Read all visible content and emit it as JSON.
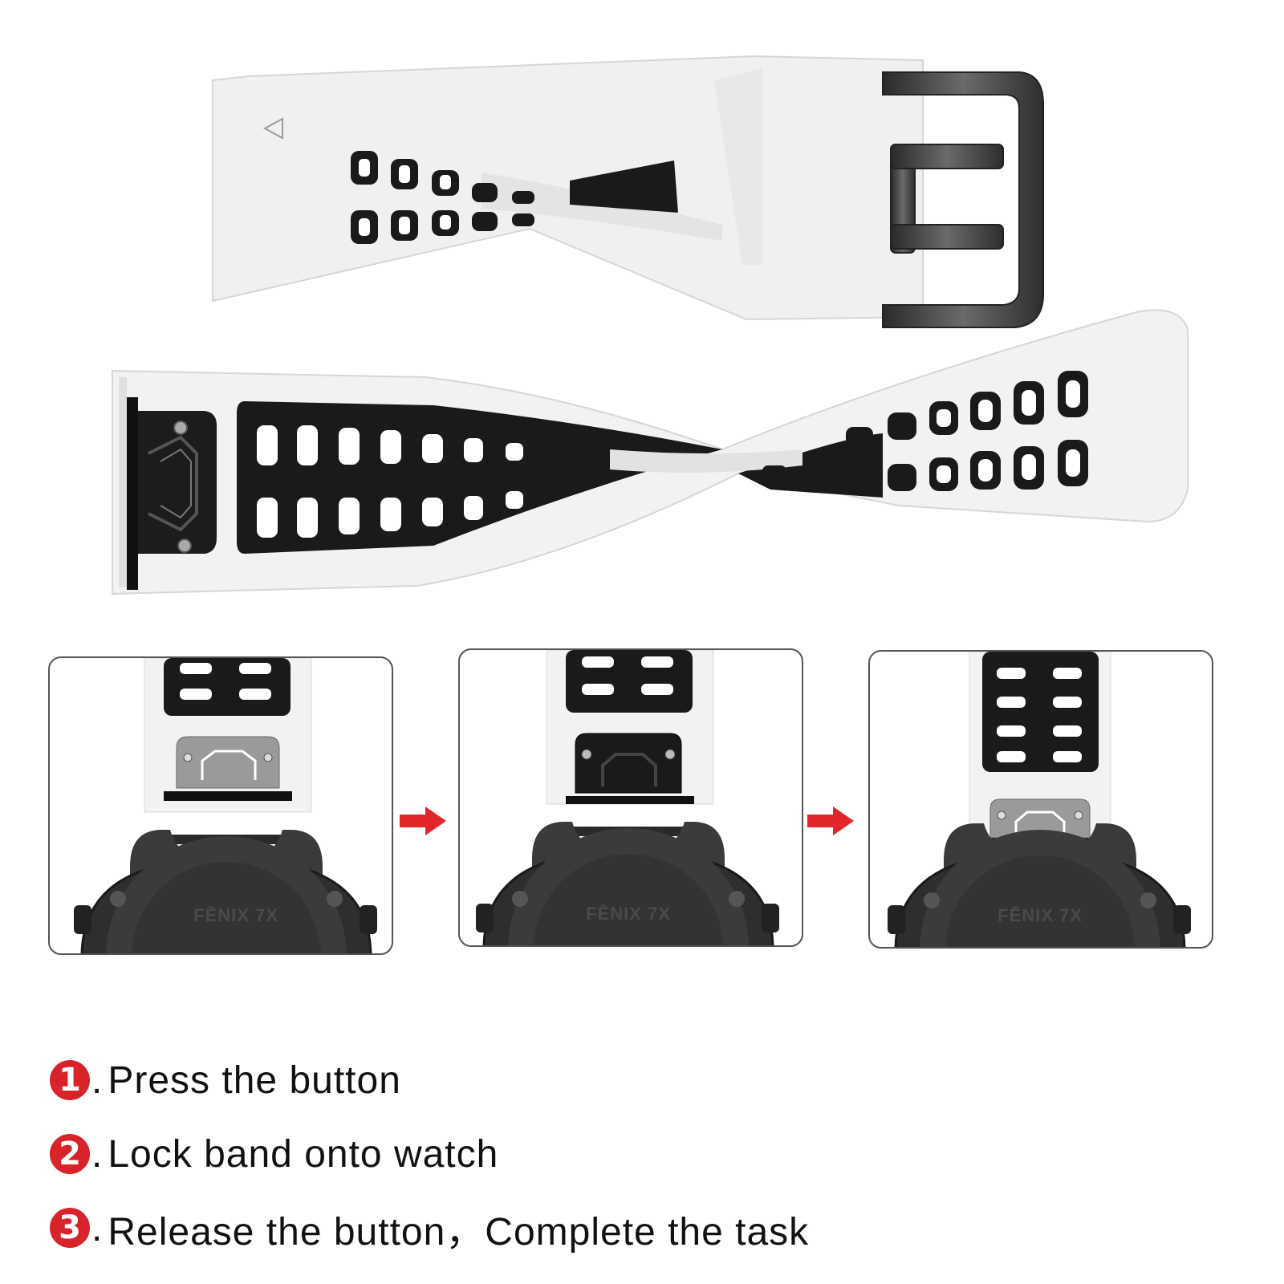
{
  "colors": {
    "band_white": "#f2f2f2",
    "band_black": "#1a1a1a",
    "buckle_metal": "#3a3a3a",
    "accent_red": "#d9232a",
    "panel_border": "#555555"
  },
  "steps": [
    {
      "number": "1",
      "text": "Press the button"
    },
    {
      "number": "2",
      "text": "Lock band onto watch"
    },
    {
      "number": "3",
      "text": "Release the button，Complete the task"
    }
  ],
  "separator": ".",
  "panels": [
    {
      "watch_label": "FĒNIX 7X"
    },
    {
      "watch_label": "FĒNIX 7X"
    },
    {
      "watch_label": "FĒNIX 7X"
    }
  ],
  "icons": {
    "step_arrow": "arrow-right-icon"
  }
}
